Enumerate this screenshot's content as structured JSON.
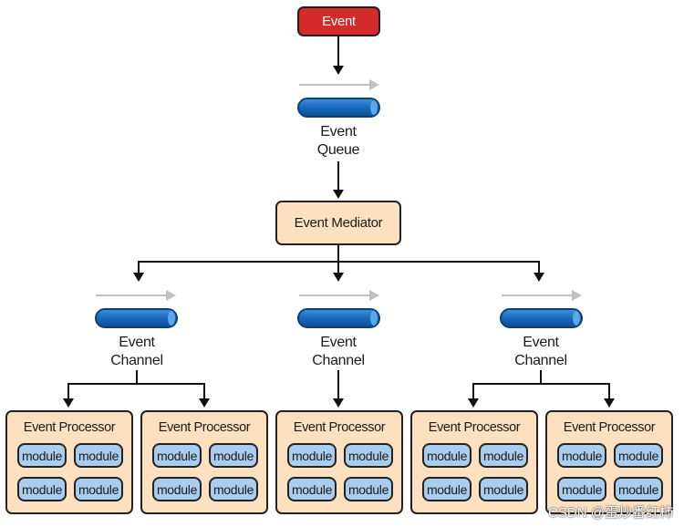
{
  "event": {
    "label": "Event"
  },
  "event_queue": {
    "label_line1": "Event",
    "label_line2": "Queue"
  },
  "mediator": {
    "label": "Event Mediator"
  },
  "channels": [
    {
      "label_line1": "Event",
      "label_line2": "Channel"
    },
    {
      "label_line1": "Event",
      "label_line2": "Channel"
    },
    {
      "label_line1": "Event",
      "label_line2": "Channel"
    }
  ],
  "processors": [
    {
      "title": "Event Processor",
      "modules": [
        "module",
        "module",
        "module",
        "module"
      ]
    },
    {
      "title": "Event Processor",
      "modules": [
        "module",
        "module",
        "module",
        "module"
      ]
    },
    {
      "title": "Event Processor",
      "modules": [
        "module",
        "module",
        "module",
        "module"
      ]
    },
    {
      "title": "Event Processor",
      "modules": [
        "module",
        "module",
        "module",
        "module"
      ]
    },
    {
      "title": "Event Processor",
      "modules": [
        "module",
        "module",
        "module",
        "module"
      ]
    }
  ],
  "watermark": {
    "text": "CSDN @蛋炒番红柿"
  },
  "colors": {
    "event_fill": "#d32a2a",
    "box_fill": "#fde0c0",
    "module_fill": "#a9cdee",
    "pipe_fill": "#1a6cc0",
    "flow_arrow": "#c0c0c0",
    "connector": "#111111"
  }
}
